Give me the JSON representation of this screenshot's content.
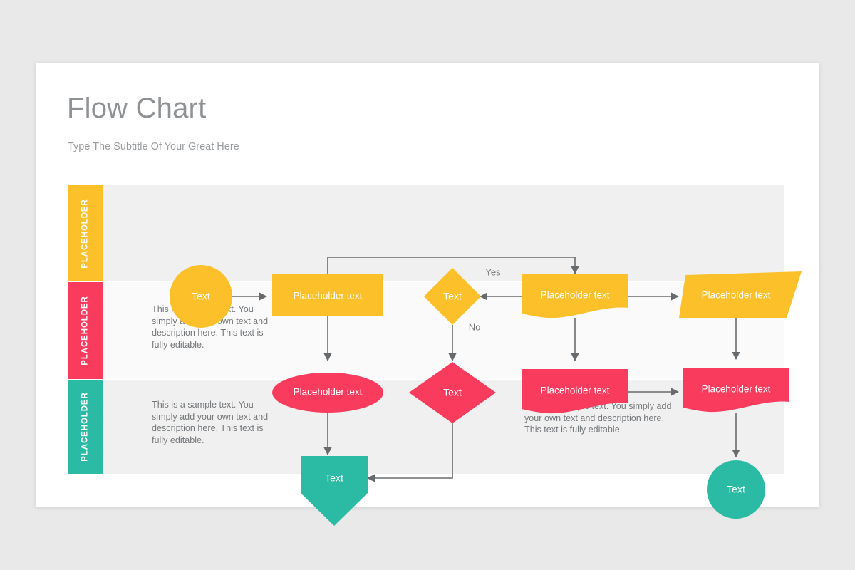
{
  "slide": {
    "title": "Flow Chart",
    "subtitle": "Type The Subtitle Of Your Great Here"
  },
  "colors": {
    "page_background": "#e9e9ea",
    "card_background": "#ffffff",
    "yellow": "#fbc02a",
    "pink": "#f93b5e",
    "teal": "#2bbba4",
    "row_background_a": "#f0f0f0",
    "row_background_b": "#fafafa",
    "connector": "#686b6e",
    "title_text": "#8f9295",
    "body_text": "#76797c"
  },
  "bands": [
    {
      "label": "PLACEHOLDER",
      "color": "#fbc02a"
    },
    {
      "label": "PLACEHOLDER",
      "color": "#f93b5e"
    },
    {
      "label": "PLACEHOLDER",
      "color": "#2bbba4"
    }
  ],
  "descriptions": {
    "pink_row": "This is a sample text. You simply add your own text and description here. This text is fully editable.",
    "teal_row_left": "This is a sample text. You simply add your own text and description here. This text is fully editable.",
    "teal_row_right": "This is a sample text. You simply add your own text and description here. This text is fully editable."
  },
  "chart_data": {
    "type": "diagram",
    "title": "Flow Chart",
    "subtitle": "Type The Subtitle Of Your Great Here",
    "layout": "swimlane",
    "lanes": [
      {
        "id": "lane-yellow",
        "label": "PLACEHOLDER",
        "color": "#fbc02a"
      },
      {
        "id": "lane-pink",
        "label": "PLACEHOLDER",
        "color": "#f93b5e"
      },
      {
        "id": "lane-teal",
        "label": "PLACEHOLDER",
        "color": "#2bbba4"
      }
    ],
    "nodes": [
      {
        "id": "n1",
        "lane": "lane-yellow",
        "shape": "circle",
        "label": "Text",
        "color": "#fbc02a"
      },
      {
        "id": "n2",
        "lane": "lane-yellow",
        "shape": "rectangle",
        "label": "Placeholder text",
        "color": "#fbc02a"
      },
      {
        "id": "n3",
        "lane": "lane-yellow",
        "shape": "diamond",
        "label": "Text",
        "color": "#fbc02a"
      },
      {
        "id": "n4",
        "lane": "lane-yellow",
        "shape": "document",
        "label": "Placeholder text",
        "color": "#fbc02a"
      },
      {
        "id": "n5",
        "lane": "lane-yellow",
        "shape": "parallelogram",
        "label": "Placeholder text",
        "color": "#fbc02a"
      },
      {
        "id": "n6",
        "lane": "lane-pink",
        "shape": "ellipse",
        "label": "Placeholder text",
        "color": "#f93b5e"
      },
      {
        "id": "n7",
        "lane": "lane-pink",
        "shape": "diamond",
        "label": "Text",
        "color": "#f93b5e"
      },
      {
        "id": "n8",
        "lane": "lane-pink",
        "shape": "document",
        "label": "Placeholder text",
        "color": "#f93b5e"
      },
      {
        "id": "n9",
        "lane": "lane-pink",
        "shape": "document",
        "label": "Placeholder text",
        "color": "#f93b5e"
      },
      {
        "id": "n10",
        "lane": "lane-teal",
        "shape": "pentagon-down",
        "label": "Text",
        "color": "#2bbba4"
      },
      {
        "id": "n11",
        "lane": "lane-teal",
        "shape": "circle",
        "label": "Text",
        "color": "#2bbba4"
      }
    ],
    "edges": [
      {
        "from": "n1",
        "to": "n2",
        "label": ""
      },
      {
        "from": "n2",
        "to": "n4",
        "label": ""
      },
      {
        "from": "n4",
        "to": "n3",
        "label": "Yes"
      },
      {
        "from": "n4",
        "to": "n5",
        "label": ""
      },
      {
        "from": "n2",
        "to": "n6",
        "label": ""
      },
      {
        "from": "n3",
        "to": "n7",
        "label": "No"
      },
      {
        "from": "n4",
        "to": "n8",
        "label": ""
      },
      {
        "from": "n5",
        "to": "n9",
        "label": ""
      },
      {
        "from": "n8",
        "to": "n9",
        "label": ""
      },
      {
        "from": "n6",
        "to": "n10",
        "label": ""
      },
      {
        "from": "n7",
        "to": "n10",
        "label": ""
      },
      {
        "from": "n9",
        "to": "n11",
        "label": ""
      }
    ],
    "branch_labels": [
      "Yes",
      "No"
    ],
    "node_labels": {
      "text": "Text",
      "placeholder": "Placeholder text"
    }
  }
}
